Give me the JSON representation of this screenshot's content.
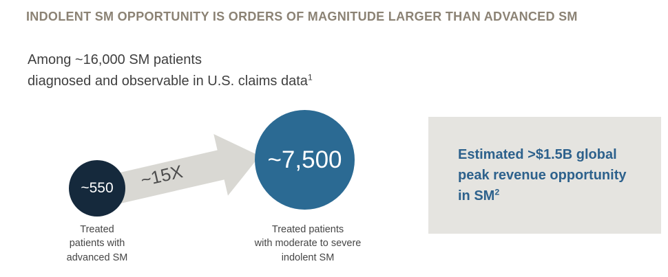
{
  "slide": {
    "title": "INDOLENT SM OPPORTUNITY IS ORDERS OF MAGNITUDE LARGER THAN ADVANCED SM",
    "subtitle": {
      "line1": "Among ~16,000 SM patients",
      "line2": "diagnosed and observable in U.S. claims data",
      "footnote": "1"
    }
  },
  "comparison": {
    "small_circle": {
      "value": "~550",
      "color": "#15293c",
      "label_lines": [
        "Treated",
        "patients with",
        "advanced SM"
      ]
    },
    "arrow": {
      "label": "~15X",
      "color": "#d9d8d3"
    },
    "large_circle": {
      "value": "~7,500",
      "color": "#2b6a93",
      "label_lines": [
        "Treated patients",
        "with moderate to severe",
        "indolent SM"
      ]
    }
  },
  "callout": {
    "lines": [
      "Estimated >$1.5B global",
      "peak revenue opportunity",
      "in SM"
    ],
    "footnote": "2",
    "text_color": "#2d618c",
    "background": "#e5e4e0"
  },
  "chart_data": {
    "type": "bubble",
    "title": "INDOLENT SM OPPORTUNITY IS ORDERS OF MAGNITUDE LARGER THAN ADVANCED SM",
    "subtitle": "Among ~16,000 SM patients diagnosed and observable in U.S. claims data",
    "categories": [
      "Treated patients with advanced SM",
      "Treated patients with moderate to severe indolent SM"
    ],
    "values": [
      550,
      7500
    ],
    "value_labels": [
      "~550",
      "~7,500"
    ],
    "multiplier_annotation": "~15X",
    "callout_annotation": "Estimated >$1.5B global peak revenue opportunity in SM",
    "colors": [
      "#15293c",
      "#2b6a93"
    ],
    "legend": false,
    "axes": false
  }
}
